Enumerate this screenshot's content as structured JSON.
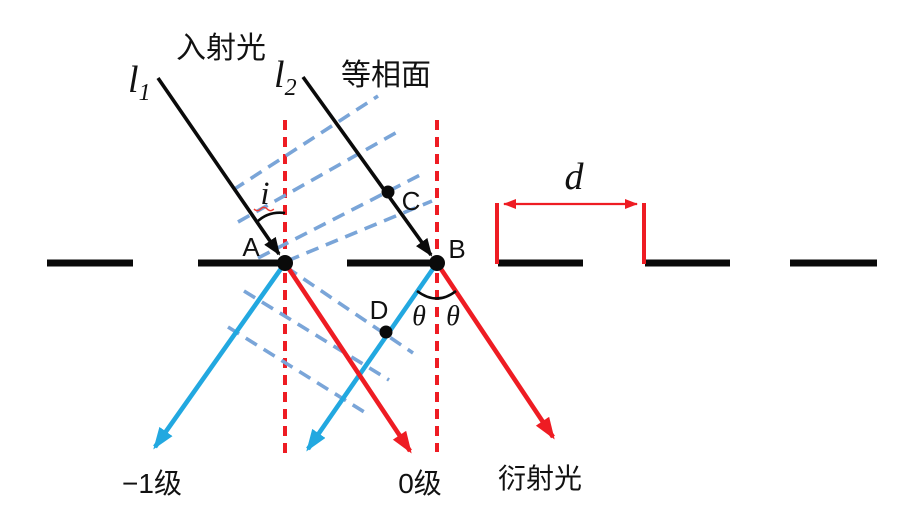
{
  "diagram": {
    "labels": {
      "incident_light": "入射光",
      "equiphase_surface": "等相面",
      "diffracted_light": "衍射光",
      "order_minus_one": "−1级",
      "order_zero": "0级",
      "ray1_base": "l",
      "ray1_sub": "1",
      "ray2_base": "l",
      "ray2_sub": "2",
      "incidence_angle": "i",
      "theta_left": "θ",
      "theta_right": "θ",
      "grating_period": "d",
      "point_a": "A",
      "point_b": "B",
      "point_c": "C",
      "point_d": "D"
    },
    "colors": {
      "incident_ray": "#0a0a0a",
      "diffracted_ray": "#ee1c23",
      "minus_one_order_ray": "#22a8e0",
      "equiphase_line": "#7aa5d8",
      "normal_reference_line": "#ee1c23",
      "grating_bar": "#0a0a0a"
    }
  }
}
